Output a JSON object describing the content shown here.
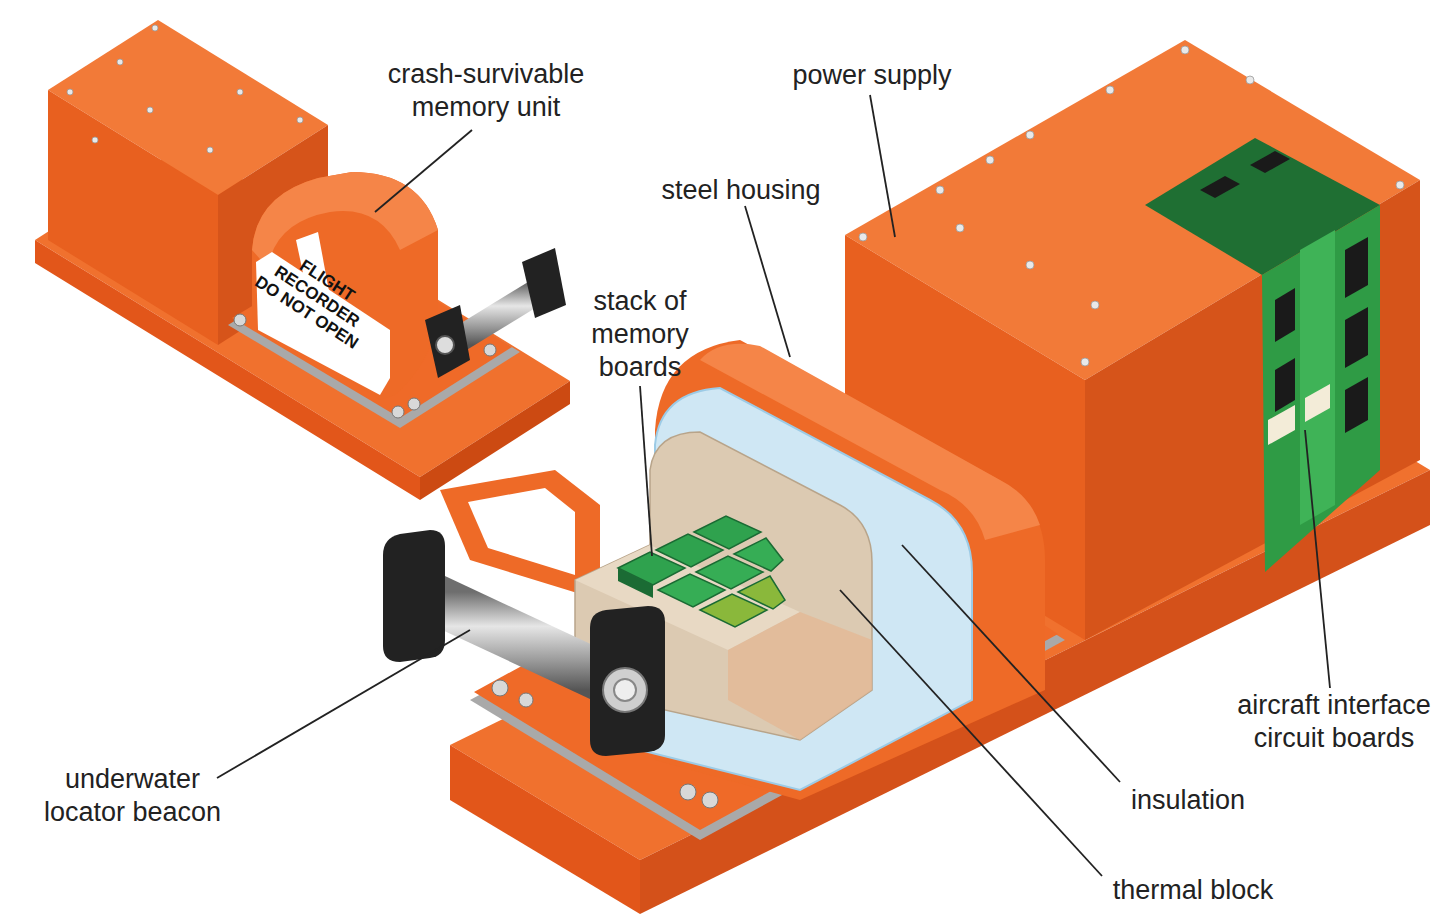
{
  "diagram": {
    "labels": [
      "crash-survivable memory unit",
      "FLIGHT RECORDER DO NOT OPEN",
      "power supply",
      "steel housing",
      "stack of memory boards",
      "underwater locator beacon",
      "aircraft interface circuit boards",
      "insulation",
      "thermal block"
    ]
  }
}
